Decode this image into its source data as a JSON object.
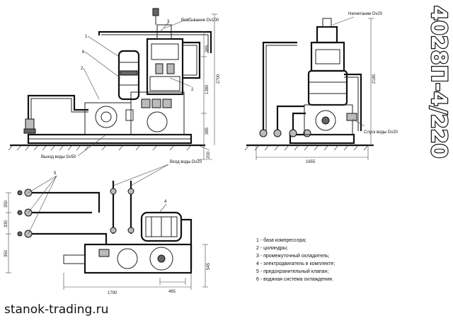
{
  "model": "4028П-4/220",
  "watermark": "stanok-trading.ru",
  "callouts": {
    "c1": "1",
    "c2": "2",
    "c3": "3",
    "c4": "4",
    "c5": "5",
    "c6": "6",
    "c2b": "2"
  },
  "labels": {
    "suction": "Всасывание Dv100",
    "discharge": "Нагнетание Dv20",
    "water_out_front": "Выход воды Dv50",
    "water_drain": "Слуск воды Dv20",
    "water_in": "Вход воды Dv20"
  },
  "dimensions": {
    "front_385_top": "385",
    "front_2700": "2700",
    "front_1380": "1380",
    "front_385_mid": "385",
    "front_200": "200",
    "side_2180": "2180",
    "side_1655": "1655",
    "plan_350_a": "350",
    "plan_330": "330",
    "plan_350_b": "350",
    "plan_545": "545",
    "plan_1790": "1790",
    "plan_465": "465"
  },
  "legend": [
    "1 - база компрессора;",
    "2 - цилиндры;",
    "3 - промежуточный охладитель;",
    "4 - электродвигатель в комплекте;",
    "5 - предохранительный клапан;",
    "6 - водяная система охлаждения."
  ]
}
